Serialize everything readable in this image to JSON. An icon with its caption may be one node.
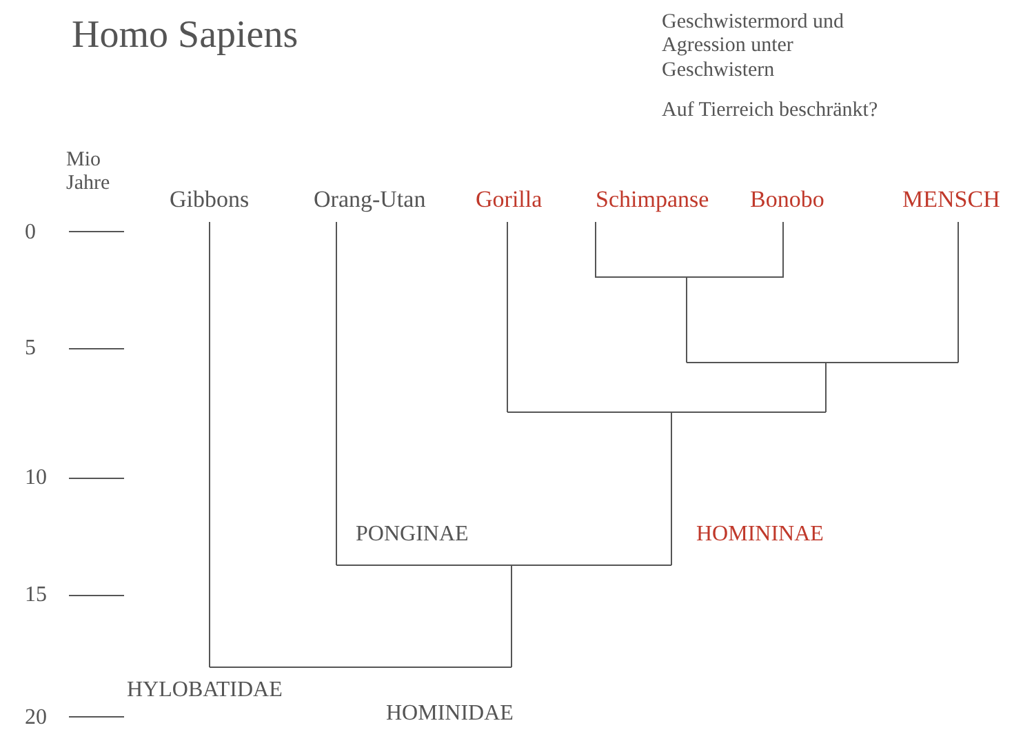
{
  "diagram": {
    "title": "Homo Sapiens",
    "nodes": [
      {
        "text": [
          "Gibbons"
        ]
      },
      {
        "text": [
          "Orang-Utan"
        ]
      },
      {
        "text": [
          "Gorilla"
        ]
      },
      {
        "text": [
          "Schimpanse"
        ]
      },
      {
        "text": [
          "Bonobo"
        ]
      },
      {
        "text": [
          "MENSCH"
        ]
      }
    ],
    "edges": [
      {
        "from": 3,
        "to": 4,
        "arrow": "none"
      },
      {
        "from": 5,
        "to": null,
        "arrow": "none"
      },
      {
        "from": 2,
        "to": null,
        "arrow": "none"
      },
      {
        "from": 1,
        "to": null,
        "arrow": "none"
      },
      {
        "from": 0,
        "to": null,
        "arrow": "none"
      }
    ],
    "labels": [
      "Geschwistermord und Agression unter Geschwistern",
      "Auf Tierreich beschränkt?",
      "Mio Jahre",
      "0",
      "5",
      "10",
      "15",
      "20",
      "PONGINAE",
      "HOMININAE",
      "HYLOBATIDAE",
      "HOMINIDAE"
    ]
  }
}
